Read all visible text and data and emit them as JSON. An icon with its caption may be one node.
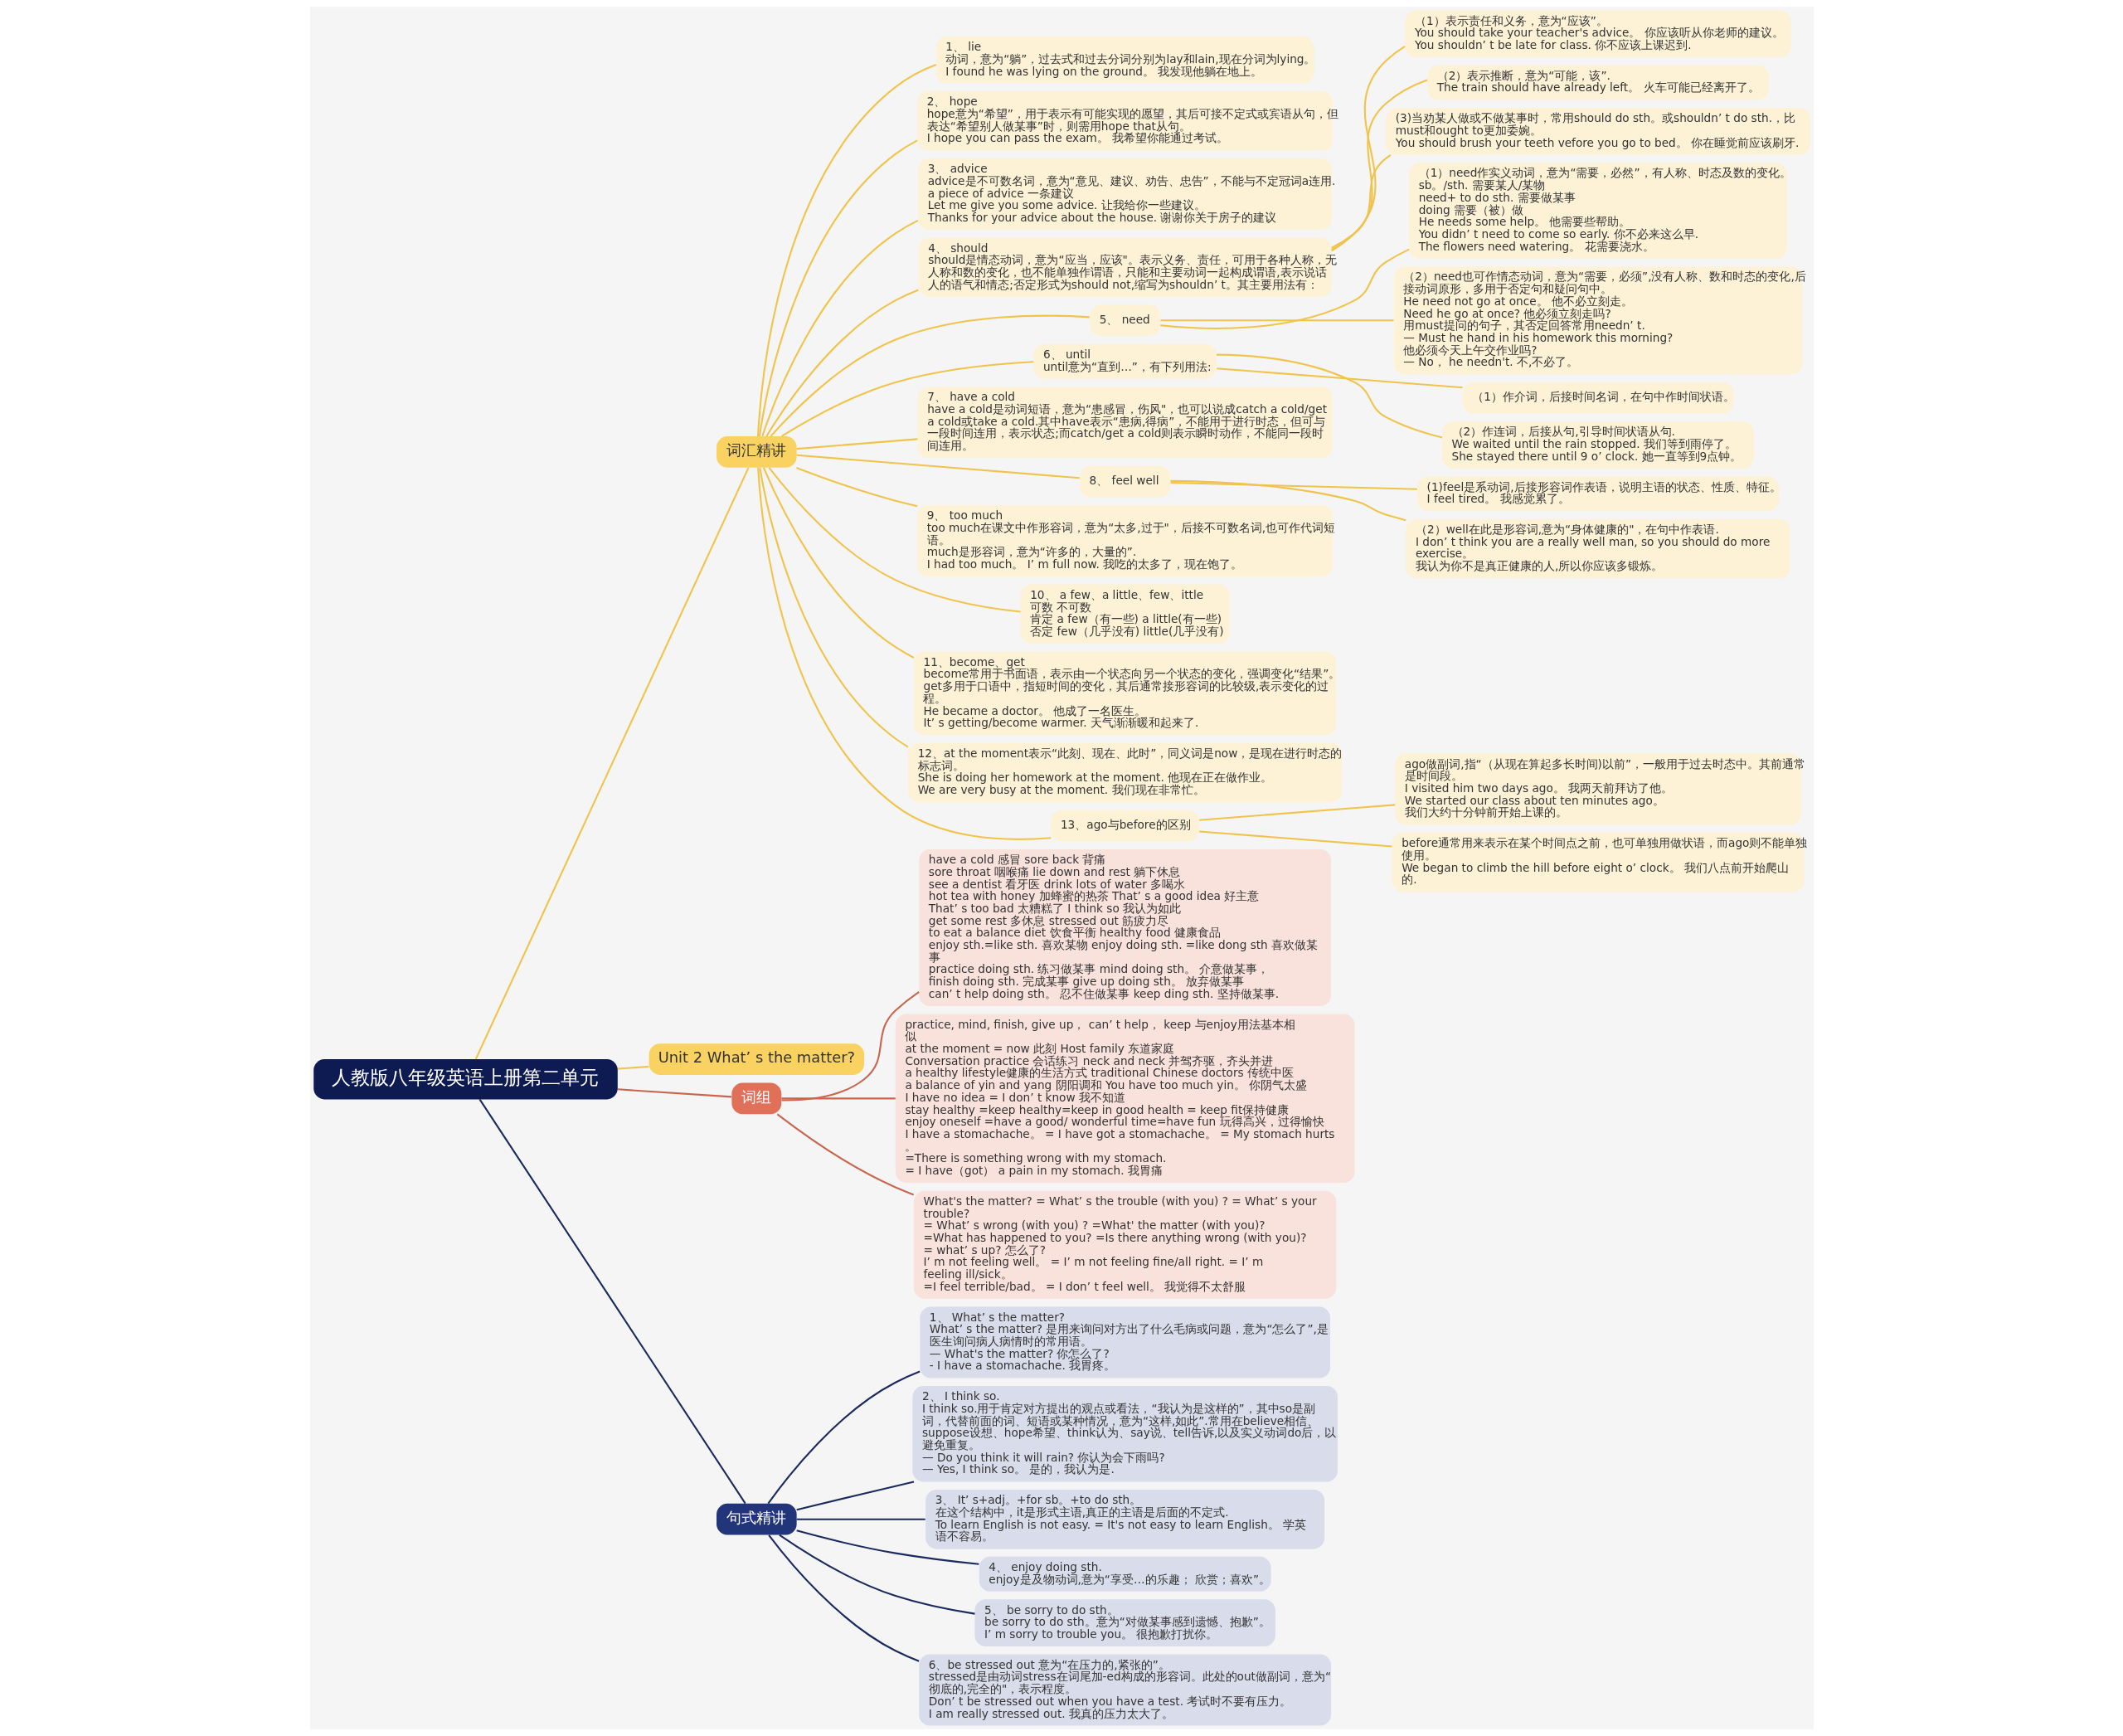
{
  "diagram": {
    "nodes": [
      {
        "text": [
          "人教版八年级英语上册第二单元"
        ]
      },
      {
        "text": [
          "词汇精讲"
        ]
      },
      {
        "text": [
          "1、 lie",
          "动词，意为“躺”，过去式和过去分词分别为lay和lain,现在分词为lying。",
          "I found he was lying on the ground。 我发现他躺在地上。"
        ]
      },
      {
        "text": [
          "2、 hope",
          "hope意为“希望”，用于表示有可能实现的愿望，其后可接不定式或宾语从句，但表达“希望别人做某事”时，则需用hope that从句。",
          "I hope you can pass the exam。 我希望你能通过考试。"
        ]
      },
      {
        "text": [
          "3、 advice",
          "advice是不可数名词，意为“意见、建议、劝告、忠告”，不能与不定冠词a连用.",
          "a piece of advice 一条建议",
          "Let me give you some advice. 让我给你一些建议。",
          "Thanks for your advice about the house. 谢谢你关于房子的建议"
        ]
      },
      {
        "text": [
          "4、 should",
          "should是情态动词，意为“应当，应该\"。表示义务、责任，可用于各种人称，无人称和数的变化，也不能单独作谓语，只能和主要动词一起构成谓语,表示说话人的语气和情态;否定形式为should not,缩写为shouldn’ t。其主要用法有："
        ]
      },
      {
        "text": [
          "（1）表示责任和义务，意为“应该”。",
          "You should take your teacher's advice。 你应该听从你老师的建议。",
          "You shouldn’ t be late for class. 你不应该上课迟到."
        ]
      },
      {
        "text": [
          "（2）表示推断，意为“可能，该”.",
          "The train should have already left。 火车可能已经离开了。"
        ]
      },
      {
        "text": [
          "(3)当劝某人做或不做某事时，常用should do sth。或shouldn’ t do sth.，比must和ought to更加委婉。",
          "You should brush your teeth vefore you go to bed。 你在睡觉前应该刷牙."
        ]
      },
      {
        "text": [
          "5、 need"
        ]
      },
      {
        "text": [
          "（1）need作实义动词，意为“需要，必然”，有人称、时态及数的变化。",
          "sb。/sth. 需要某人/某物",
          "need+ to do sth. 需要做某事",
          "doing 需要（被）做",
          "He needs some help。 他需要些帮助。",
          "You didn’ t need to come so early. 你不必来这么早.",
          "The flowers need watering。 花需要浇水。"
        ]
      },
      {
        "text": [
          "（2）need也可作情态动词，意为“需要，必须”,没有人称、数和时态的变化,后接动词原形，多用于否定句和疑问句中。",
          "He need not go at once。 他不必立刻走。",
          "Need he go at once? 他必须立刻走吗?",
          "用must提问的句子，其否定回答常用needn’ t.",
          "— Must he hand in his homework this morning?",
          "他必须今天上午交作业吗?",
          "— No， he needn't. 不,不必了。"
        ]
      },
      {
        "text": [
          "6、 until",
          "until意为“直到…”，有下列用法:"
        ]
      },
      {
        "text": [
          "（1）作介词，后接时间名词，在句中作时间状语。"
        ]
      },
      {
        "text": [
          "（2）作连词，后接从句,引导时间状语从句.",
          "We waited until the rain stopped. 我们等到雨停了。",
          "She stayed there until 9 o’ clock. 她一直等到9点钟。"
        ]
      },
      {
        "text": [
          "7、 have a cold",
          "have a cold是动词短语，意为“患感冒，伤风\"，也可以说成catch a cold/get a cold或take a cold.其中have表示“患病,得病”，不能用于进行时态，但可与一段时间连用，表示状态;而catch/get a cold则表示瞬时动作，不能同一段时间连用。"
        ]
      },
      {
        "text": [
          "8、 feel well"
        ]
      },
      {
        "text": [
          "(1)feel是系动词,后接形容词作表语，说明主语的状态、性质、特征。",
          "I feel tired。 我感觉累了。"
        ]
      },
      {
        "text": [
          "（2）well在此是形容词,意为“身体健康的\"，在句中作表语.",
          "I don’ t think you are a really well man, so you should do more exercise。",
          "我认为你不是真正健康的人,所以你应该多锻炼。"
        ]
      },
      {
        "text": [
          "9、 too much",
          "too much在课文中作形容词，意为“太多,过于\"，后接不可数名词,也可作代词短语。",
          "much是形容词，意为“许多的，大量的”.",
          "I had too much。 I’ m full now. 我吃的太多了，现在饱了。"
        ]
      },
      {
        "text": [
          "10、 a few、a little、few、ittle",
          "可数 不可数",
          "肯定 a few（有一些) a little(有一些)",
          "否定 few（几乎没有) little(几乎没有)"
        ]
      },
      {
        "text": [
          "11、become、get",
          "become常用于书面语，表示由一个状态向另一个状态的变化，强调变化“结果”。",
          "get多用于口语中，指短时间的变化，其后通常接形容词的比较级,表示变化的过程。",
          "He became a doctor。 他成了一名医生。",
          "It’ s getting/become warmer. 天气渐渐暖和起来了."
        ]
      },
      {
        "text": [
          "12、at the moment表示“此刻、现在、此时”，同义词是now，是现在进行时态的标志词。",
          "She is doing her homework at the moment. 他现在正在做作业。",
          "We are very busy at the moment. 我们现在非常忙。"
        ]
      },
      {
        "text": [
          "13、ago与before的区别"
        ]
      },
      {
        "text": [
          "ago做副词,指“（从现在算起多长时间)以前”，一般用于过去时态中。其前通常是时间段。",
          "I visited him two days ago。 我两天前拜访了他。",
          "We started our class about ten minutes ago。",
          "我们大约十分钟前开始上课的。"
        ]
      },
      {
        "text": [
          "before通常用来表示在某个时间点之前，也可单独用做状语，而ago则不能单独使用。",
          "We began to climb the hill before eight o’ clock。 我们八点前开始爬山的."
        ]
      },
      {
        "text": [
          "Unit 2 What’ s the matter?"
        ]
      },
      {
        "text": [
          "词组"
        ]
      },
      {
        "text": [
          "have a cold 感冒 sore back 背痛",
          "sore throat 咽喉痛 lie down and rest 躺下休息",
          "see a dentist 看牙医 drink lots of water 多喝水",
          "hot tea with honey 加蜂蜜的热茶 That’ s a good idea 好主意",
          "That’ s too bad 太糟糕了 I think so 我认为如此",
          "get some rest 多休息 stressed out 筋疲力尽",
          "to eat a balance diet 饮食平衡 healthy food 健康食品",
          "enjoy sth.=like sth. 喜欢某物 enjoy doing sth. =like dong sth 喜欢做某事",
          "practice doing sth. 练习做某事 mind doing sth。 介意做某事，",
          "finish doing sth. 完成某事 give up doing sth。 放弃做某事",
          "can’ t help doing sth。 忍不住做某事 keep ding sth. 坚持做某事."
        ]
      },
      {
        "text": [
          "practice, mind, finish, give up， can’ t help， keep 与enjoy用法基本相似",
          "at the moment = now 此刻 Host family 东道家庭",
          "Conversation practice 会话练习 neck and neck 并驾齐驱，齐头并进",
          "a healthy lifestyle健康的生活方式 traditional Chinese doctors 传统中医",
          "a balance of yin and yang 阴阳调和 You have too much yin。 你阴气太盛",
          "I have no idea = I don’ t know 我不知道",
          "stay healthy =keep healthy=keep in good health = keep fit保持健康",
          "enjoy oneself =have a good/ wonderful time=have fun 玩得高兴，过得愉快",
          "I have a stomachache。 = I have got a stomachache。 = My stomach hurts。",
          "=There is something wrong with my stomach.",
          "= I have（got） a pain in my stomach. 我胃痛"
        ]
      },
      {
        "text": [
          "What's the matter? = What’ s the trouble (with you) ? = What’ s your trouble?",
          "= What’ s wrong (with you) ? =What' the matter (with you)?",
          "=What has happened to you? =Is there anything wrong (with you)?",
          "= what’ s up? 怎么了?",
          "I’ m not feeling well。 = I’ m not feeling fine/all right. = I’ m feeling ill/sick。",
          "=I feel terrible/bad。 = I don’ t feel well。 我觉得不太舒服"
        ]
      },
      {
        "text": [
          "句式精讲"
        ]
      },
      {
        "text": [
          "1、 What’ s the matter?",
          "What’ s the matter? 是用来询问对方出了什么毛病或问题，意为“怎么了”,是医生询问病人病情时的常用语。",
          "— What's the matter? 你怎么了?",
          "- I have a stomachache. 我胃疼。"
        ]
      },
      {
        "text": [
          "2、 I think so.",
          "I think so.用于肯定对方提出的观点或看法，“我认为是这样的”，其中so是副词，代替前面的词、短语或某种情况，意为“这样,如此”.常用在believe相信、suppose设想、hope希望、think认为、say说、tell告诉,以及实义动词do后，以避免重复。",
          "— Do you think it will rain? 你认为会下雨吗?",
          "— Yes, I think so。 是的，我认为是."
        ]
      },
      {
        "text": [
          "3、 It’ s+adj。+for sb。+to do sth。",
          "在这个结构中，it是形式主语,真正的主语是后面的不定式.",
          "To learn English is not easy. = It's not easy to learn English。 学英语不容易。"
        ]
      },
      {
        "text": [
          "4、 enjoy doing sth.",
          "enjoy是及物动词,意为“享受…的乐趣； 欣赏；喜欢”。"
        ]
      },
      {
        "text": [
          "5、 be sorry to do sth。",
          "be sorry to do sth。意为“对做某事感到遗憾、抱歉”。",
          "I’ m sorry to trouble you。 很抱歉打扰你。"
        ]
      },
      {
        "text": [
          "6、be stressed out 意为“在压力的,紧张的”。",
          "stressed是由动词stress在词尾加-ed构成的形容词。此处的out做副词，意为“彻底的,完全的\"，表示程度。",
          "Don’ t be stressed out when you have a test. 考试时不要有压力。",
          "I am really stressed out. 我真的压力太大了。"
        ]
      }
    ],
    "edges": [
      {
        "from": 0,
        "to": 1,
        "arrow": "none"
      },
      {
        "from": 1,
        "to": 2,
        "arrow": "none"
      },
      {
        "from": 1,
        "to": 3,
        "arrow": "none"
      },
      {
        "from": 1,
        "to": 4,
        "arrow": "none"
      },
      {
        "from": 1,
        "to": 5,
        "arrow": "none"
      },
      {
        "from": 5,
        "to": 6,
        "arrow": "none"
      },
      {
        "from": 5,
        "to": 7,
        "arrow": "none"
      },
      {
        "from": 5,
        "to": 8,
        "arrow": "none"
      },
      {
        "from": 1,
        "to": 9,
        "arrow": "none"
      },
      {
        "from": 9,
        "to": 10,
        "arrow": "none"
      },
      {
        "from": 9,
        "to": 11,
        "arrow": "none"
      },
      {
        "from": 1,
        "to": 12,
        "arrow": "none"
      },
      {
        "from": 12,
        "to": 13,
        "arrow": "none"
      },
      {
        "from": 12,
        "to": 14,
        "arrow": "none"
      },
      {
        "from": 1,
        "to": 15,
        "arrow": "none"
      },
      {
        "from": 1,
        "to": 16,
        "arrow": "none"
      },
      {
        "from": 16,
        "to": 17,
        "arrow": "none"
      },
      {
        "from": 16,
        "to": 18,
        "arrow": "none"
      },
      {
        "from": 1,
        "to": 19,
        "arrow": "none"
      },
      {
        "from": 1,
        "to": 20,
        "arrow": "none"
      },
      {
        "from": 1,
        "to": 21,
        "arrow": "none"
      },
      {
        "from": 1,
        "to": 22,
        "arrow": "none"
      },
      {
        "from": 1,
        "to": 23,
        "arrow": "none"
      },
      {
        "from": 23,
        "to": 24,
        "arrow": "none"
      },
      {
        "from": 23,
        "to": 25,
        "arrow": "none"
      },
      {
        "from": 0,
        "to": 26,
        "arrow": "none"
      },
      {
        "from": 0,
        "to": 27,
        "arrow": "none",
        "color": "#c8654e"
      },
      {
        "from": 27,
        "to": 28,
        "arrow": "none",
        "color": "#c8654e"
      },
      {
        "from": 27,
        "to": 29,
        "arrow": "none",
        "color": "#c8654e"
      },
      {
        "from": 27,
        "to": 30,
        "arrow": "none",
        "color": "#c8654e"
      },
      {
        "from": 0,
        "to": 31,
        "arrow": "none",
        "color": "#1b2a5e"
      },
      {
        "from": 31,
        "to": 32,
        "arrow": "none",
        "color": "#1b2a5e"
      },
      {
        "from": 31,
        "to": 33,
        "arrow": "none",
        "color": "#1b2a5e"
      },
      {
        "from": 31,
        "to": 34,
        "arrow": "none",
        "color": "#1b2a5e"
      },
      {
        "from": 31,
        "to": 35,
        "arrow": "none",
        "color": "#1b2a5e"
      },
      {
        "from": 31,
        "to": 36,
        "arrow": "none",
        "color": "#1b2a5e"
      },
      {
        "from": 31,
        "to": 37,
        "arrow": "none",
        "color": "#1b2a5e"
      }
    ]
  }
}
